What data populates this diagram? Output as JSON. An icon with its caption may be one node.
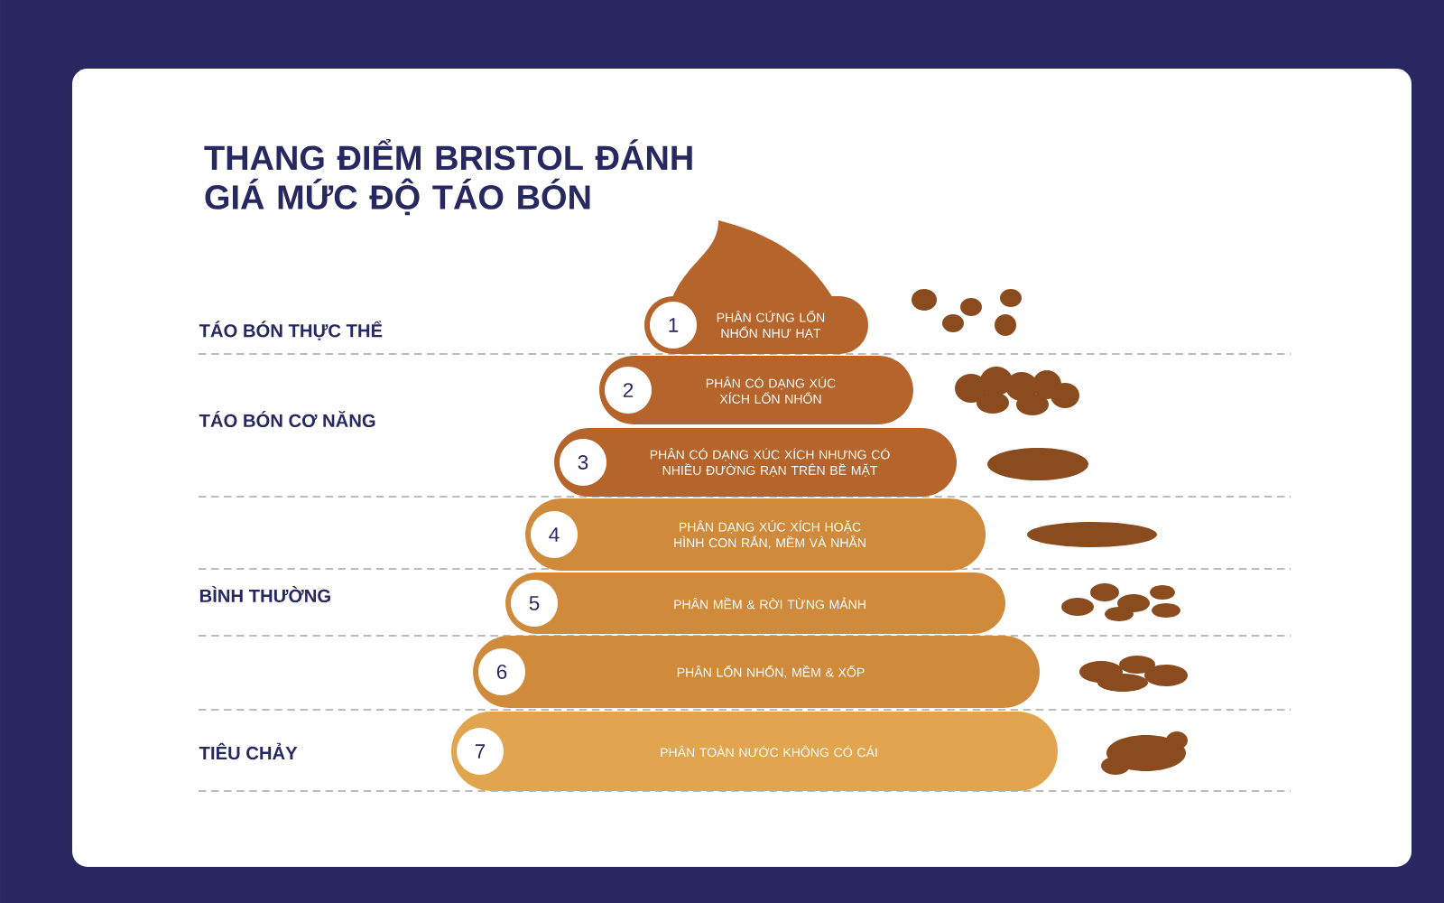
{
  "diagram": {
    "title": "THANG ĐIỂM BRISTOL ĐÁNH GIÁ MỨC ĐỘ TÁO BÓN",
    "nodes": [
      {
        "text": [
          "1",
          "PHÂN CỨNG LỔN NHỔN NHƯ HẠT"
        ]
      },
      {
        "text": [
          "2",
          "PHÂN CÓ DẠNG XÚC XÍCH LỔN NHỔN"
        ]
      },
      {
        "text": [
          "3",
          "PHÂN CÓ DẠNG XÚC XÍCH NHƯNG CÓ NHIỀU ĐƯỜNG RẠN TRÊN BỀ MẶT"
        ]
      },
      {
        "text": [
          "4",
          "PHÂN DẠNG XÚC XÍCH HOẶC HÌNH CON RẮN, MỀM VÀ NHẴN"
        ]
      },
      {
        "text": [
          "5",
          "PHÂN MỀM & RỜI TỪNG MẢNH"
        ]
      },
      {
        "text": [
          "6",
          "PHÂN LỔN NHỔN, MỀM & XỐP"
        ]
      },
      {
        "text": [
          "7",
          "PHÂN TOÀN NƯỚC KHÔNG CÓ CÁI"
        ]
      }
    ],
    "labels": [
      "TÁO BÓN THỰC THỂ",
      "TÁO BÓN CƠ NĂNG",
      "BÌNH THƯỜNG",
      "TIÊU CHẢY"
    ]
  }
}
